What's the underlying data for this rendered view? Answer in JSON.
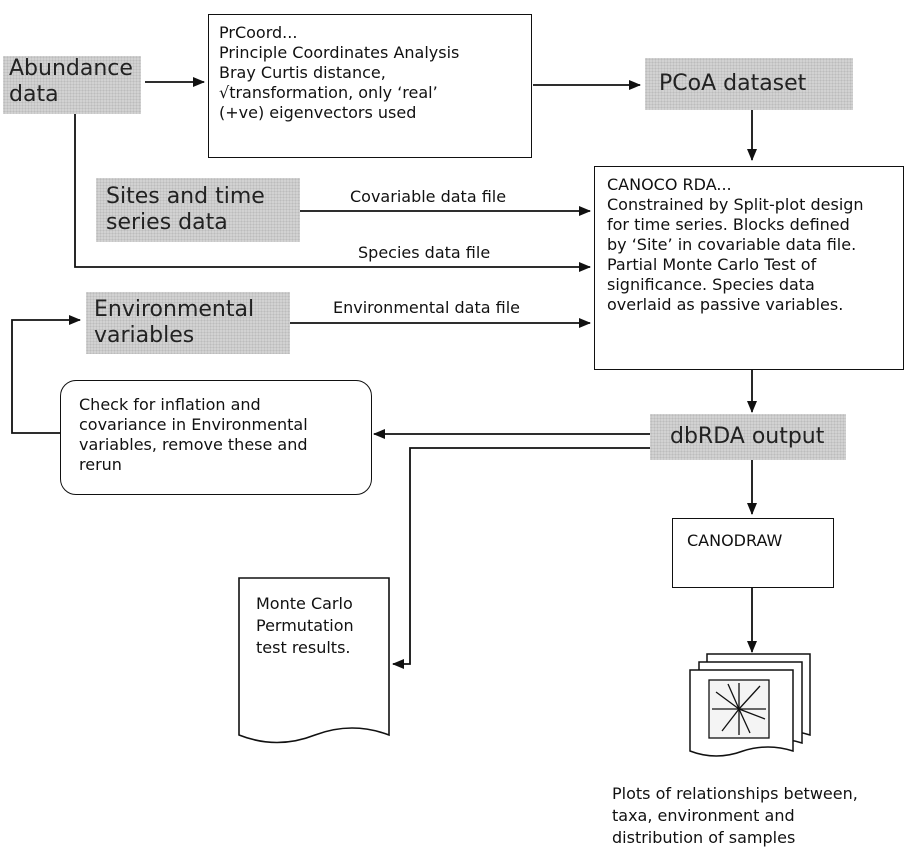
{
  "nodes": {
    "abundance": "Abundance\ndata",
    "prcoord": "PrCoord...\nPrinciple Coordinates Analysis\nBray Curtis distance,\n√transformation, only ‘real’\n(+ve) eigenvectors used",
    "pcoa": "PCoA dataset",
    "sites": "Sites and time\nseries data",
    "canoco": "CANOCO RDA...\n Constrained by Split-plot design\nfor time series. Blocks defined\nby ‘Site’ in covariable data file.\nPartial Monte Carlo Test of\nsignificance. Species data\noverlaid as passive variables.",
    "env": "Environmental\nvariables",
    "check": "Check for inflation and\ncovariance in Environmental\nvariables, remove these and\nrerun",
    "dbrda": "dbRDA output",
    "canodraw": "CANODRAW",
    "montecarlo": "Monte Carlo\nPermutation\ntest results.",
    "plots": "Plots of relationships between,\ntaxa, environment and\ndistribution of samples"
  },
  "edge_labels": {
    "covariable": "Covariable data file",
    "species": "Species data file",
    "environmental": "Environmental data file"
  }
}
